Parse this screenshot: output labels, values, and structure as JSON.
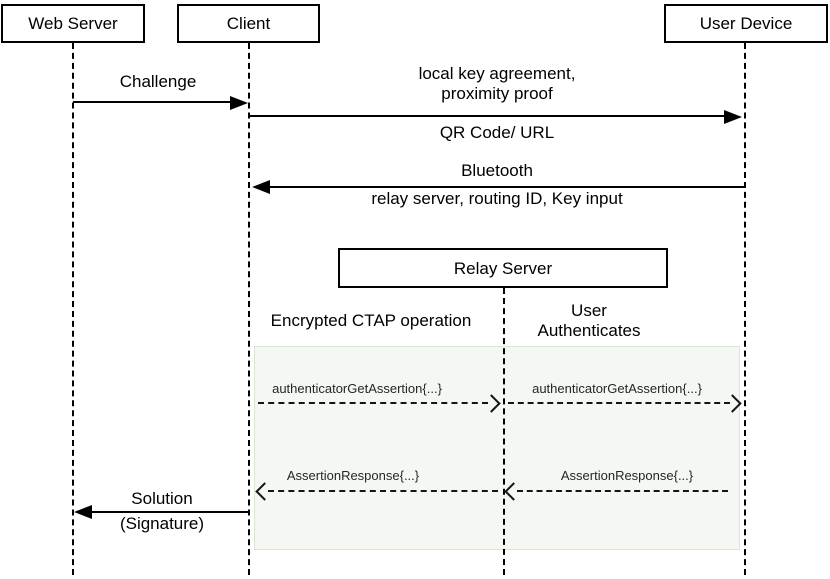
{
  "actors": [
    {
      "label": "Web Server"
    },
    {
      "label": "Client"
    },
    {
      "label": "User Device"
    }
  ],
  "relay_server": {
    "label": "Relay Server"
  },
  "messages": {
    "challenge": {
      "label": "Challenge"
    },
    "key_agreement": {
      "line1": "local key agreement,",
      "line2": "proximity proof",
      "below": "QR Code/ URL"
    },
    "bluetooth": {
      "above": "Bluetooth",
      "below": "relay server, routing ID, Key input"
    },
    "get_assertion_client_to_relay": {
      "label": "authenticatorGetAssertion{...}"
    },
    "get_assertion_relay_to_device": {
      "label": "authenticatorGetAssertion{...}"
    },
    "assertion_response_relay_to_client": {
      "label": "AssertionResponse{...}"
    },
    "assertion_response_device_to_relay": {
      "label": "AssertionResponse{...}"
    },
    "solution": {
      "line1": "Solution",
      "line2": "(Signature)"
    }
  },
  "section_labels": {
    "encrypted_ctap": "Encrypted CTAP operation",
    "user_authenticates_line1": "User",
    "user_authenticates_line2": "Authenticates"
  },
  "colors": {
    "stroke": "#000000",
    "box_fill": "#ffffff",
    "region_fill": "#f5f8f2",
    "region_border": "#d9e7d2"
  }
}
